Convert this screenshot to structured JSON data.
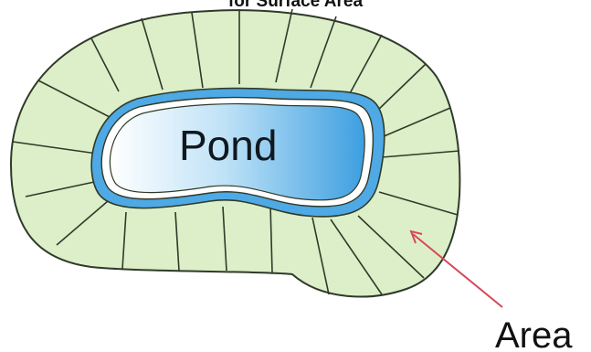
{
  "diagram": {
    "title": "for Surface Area",
    "pond_label": "Pond",
    "area_label": "Area",
    "colors": {
      "ring_fill": "#dcefc8",
      "ring_stroke": "#2f3a2a",
      "pond_outer": "#4ea9e4",
      "pond_light": "#ffffff",
      "arrow": "#d44a5a"
    }
  }
}
